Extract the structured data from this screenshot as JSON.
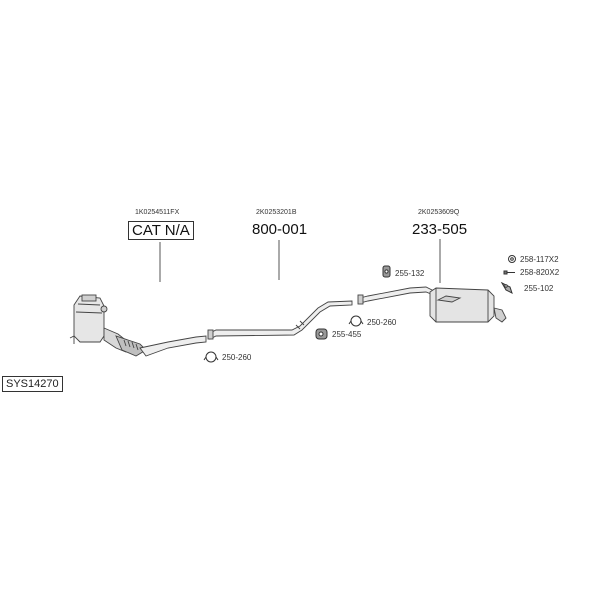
{
  "system_code": "SYS14270",
  "assemblies": [
    {
      "oe_number": "1K0254511FX",
      "part_number": "CAT N/A"
    },
    {
      "oe_number": "2K0253201B",
      "part_number": "800-001"
    },
    {
      "oe_number": "2K0253609Q",
      "part_number": "233-505"
    }
  ],
  "small_parts": [
    {
      "part_number": "250-260",
      "icon": "clamp-ring-icon"
    },
    {
      "part_number": "255-455",
      "icon": "rubber-mount-icon"
    },
    {
      "part_number": "250-260",
      "icon": "clamp-ring-icon"
    },
    {
      "part_number": "255-132",
      "icon": "rubber-hanger-icon"
    },
    {
      "part_number": "258-117X2",
      "icon": "washer-icon"
    },
    {
      "part_number": "258-820X2",
      "icon": "bolt-icon"
    },
    {
      "part_number": "255-102",
      "icon": "bracket-icon"
    }
  ]
}
